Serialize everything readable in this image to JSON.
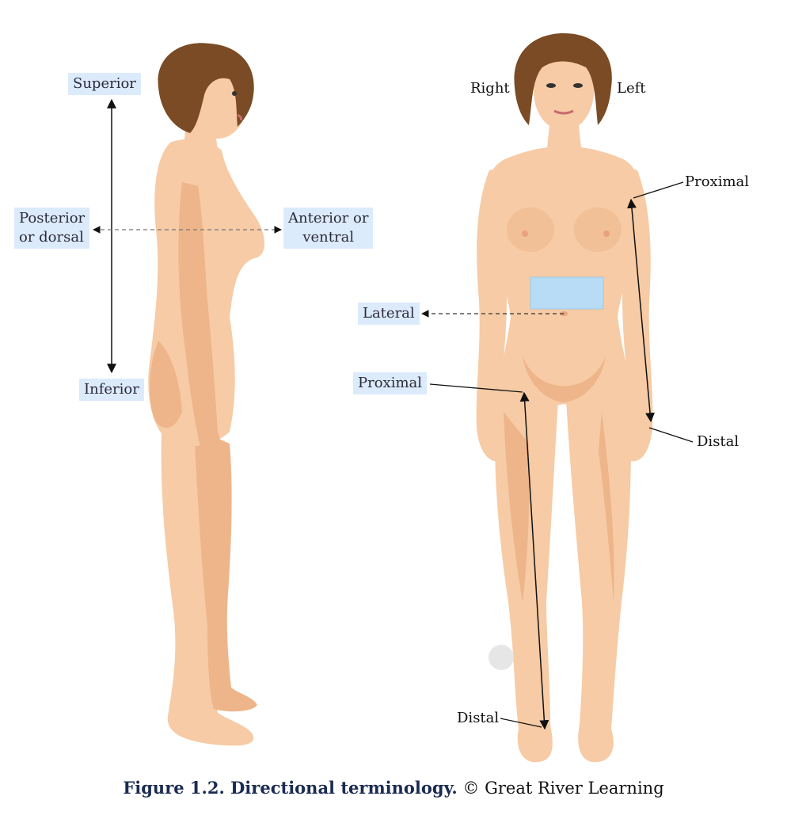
{
  "side_view": {
    "superior": "Superior",
    "posterior": "Posterior\nor dorsal",
    "anterior": "Anterior or\nventral",
    "inferior": "Inferior"
  },
  "front_view": {
    "right": "Right",
    "left": "Left",
    "proximal_arm": "Proximal",
    "distal_arm": "Distal",
    "lateral": "Lateral",
    "proximal_leg": "Proximal",
    "distal_leg": "Distal"
  },
  "caption": {
    "title": "Figure 1.2. Directional terminology.",
    "credit": "© Great River Learning"
  },
  "colors": {
    "skin": "#f6cba5",
    "skin_shadow": "#eeb58a",
    "hair": "#7a4b24",
    "highlight": "#dcebfb",
    "rect_fill": "#b8dcf5",
    "caption_title": "#1a2b52"
  }
}
